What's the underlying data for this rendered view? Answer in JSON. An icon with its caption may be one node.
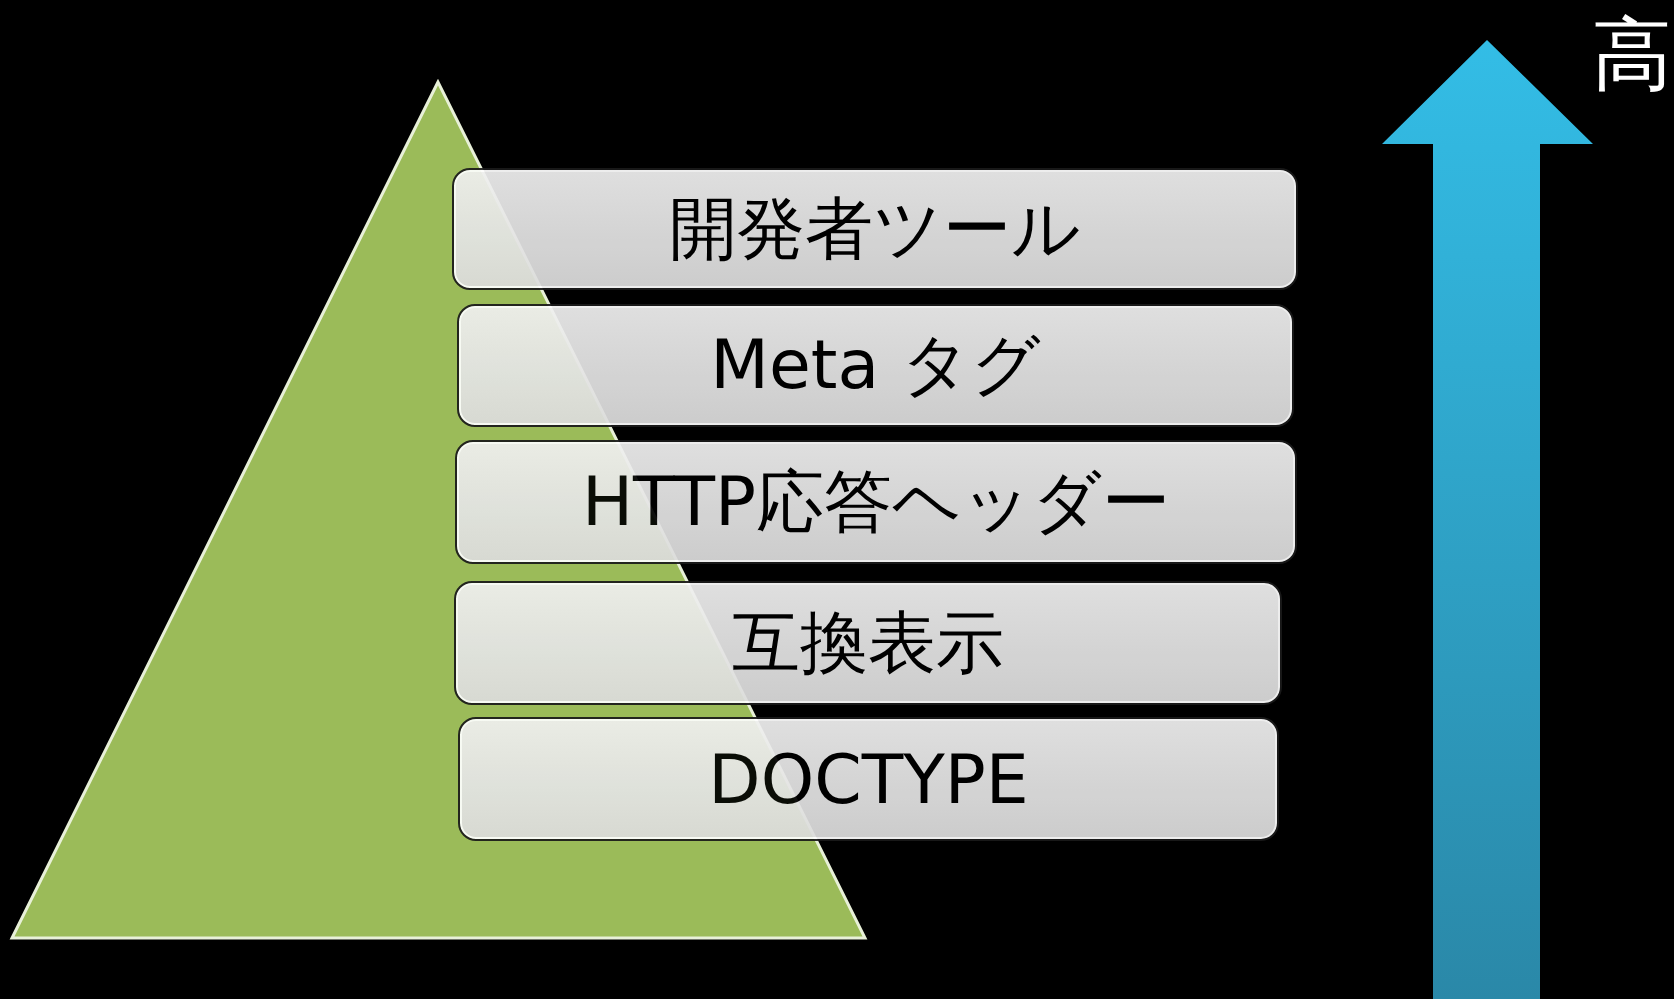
{
  "diagram": {
    "nodes": [
      {
        "text": [
          "開発者ツール"
        ]
      },
      {
        "text": [
          "Meta タグ"
        ]
      },
      {
        "text": [
          "HTTP応答ヘッダー"
        ]
      },
      {
        "text": [
          "互換表示"
        ]
      },
      {
        "text": [
          "DOCTYPE"
        ]
      }
    ],
    "labels": [
      "高"
    ]
  }
}
